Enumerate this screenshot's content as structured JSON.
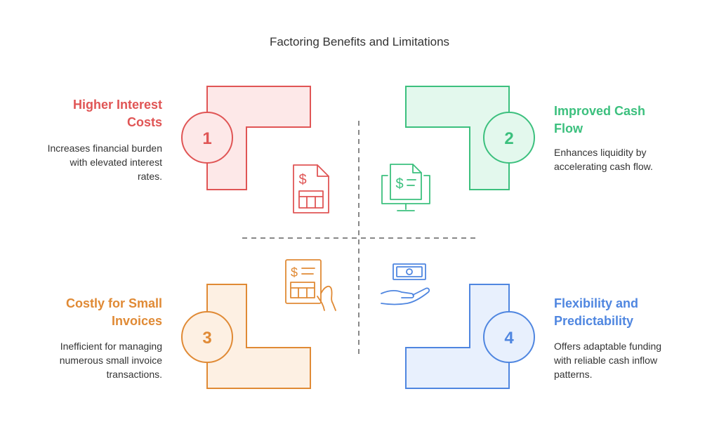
{
  "title": "Factoring Benefits and Limitations",
  "colors": {
    "red": "#e05555",
    "green": "#3cc07e",
    "orange": "#e08a35",
    "blue": "#4f86e0",
    "divider": "#888888"
  },
  "quadrants": [
    {
      "number": "1",
      "heading_line1": "Higher Interest",
      "heading_line2": "Costs",
      "desc_line1": "Increases financial burden",
      "desc_line2": "with elevated interest",
      "desc_line3": "rates.",
      "icon": "invoice-dollar-table-icon"
    },
    {
      "number": "2",
      "heading_line1": "Improved Cash",
      "heading_line2": "Flow",
      "desc_line1": "Enhances liquidity by",
      "desc_line2": "accelerating cash flow.",
      "icon": "monitor-dollar-document-icon"
    },
    {
      "number": "3",
      "heading_line1": "Costly for Small",
      "heading_line2": "Invoices",
      "desc_line1": "Inefficient for managing",
      "desc_line2": "numerous small invoice",
      "desc_line3": "transactions.",
      "icon": "hand-holding-invoice-icon"
    },
    {
      "number": "4",
      "heading_line1": "Flexibility and",
      "heading_line2": "Predictability",
      "desc_line1": "Offers adaptable funding",
      "desc_line2": "with reliable cash inflow",
      "desc_line3": "patterns.",
      "icon": "hand-holding-banknote-icon"
    }
  ]
}
